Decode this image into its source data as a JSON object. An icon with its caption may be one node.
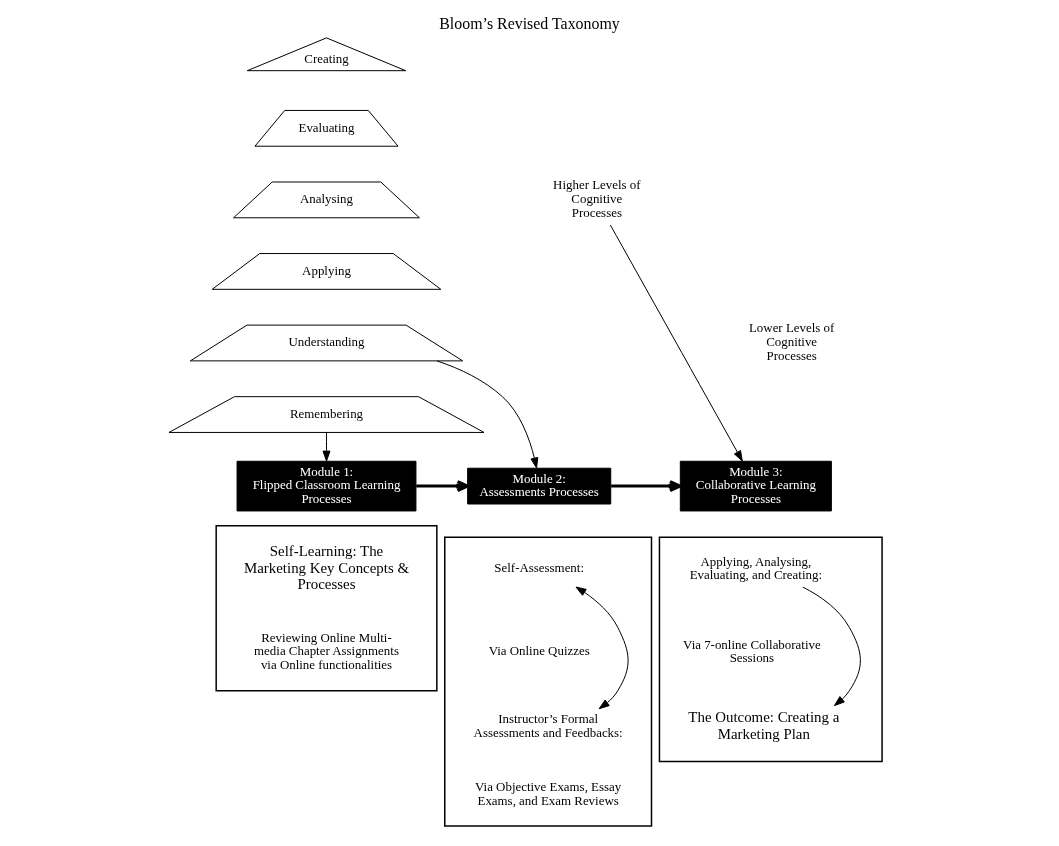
{
  "diagram": {
    "title": "Bloom’s Revised Taxonomy",
    "nodes": [
      {
        "text": [
          "Creating"
        ]
      },
      {
        "text": [
          "Evaluating"
        ]
      },
      {
        "text": [
          "Analysing"
        ]
      },
      {
        "text": [
          "Applying"
        ]
      },
      {
        "text": [
          "Understanding"
        ]
      },
      {
        "text": [
          "Remembering"
        ]
      },
      {
        "text": [
          "Higher Levels of Cognitive Processes"
        ]
      },
      {
        "text": [
          "Lower Levels of Cognitive Processes"
        ]
      },
      {
        "text": [
          "Module 1:",
          "Flipped Classroom Learning Processes"
        ]
      },
      {
        "text": [],
        "shape": "box"
      },
      {
        "text": [
          "Self-Learning: The Marketing Key Concepts & Processes"
        ],
        "in": 9
      },
      {
        "text": [
          "Reviewing Online Multi-media Chapter Assignments via Online functionalities"
        ],
        "in": 9
      },
      {
        "text": [
          "Module 2:",
          "Assessments Processes"
        ]
      },
      {
        "text": [],
        "shape": "box"
      },
      {
        "text": [
          "Self-Assessment:"
        ],
        "in": 13
      },
      {
        "text": [
          "Via Online Quizzes"
        ],
        "in": 13
      },
      {
        "text": [
          "Instructor’s Formal Assessments and Feedbacks:"
        ],
        "in": 13
      },
      {
        "text": [
          "Via Objective Exams, Essay Exams, and Exam Reviews"
        ],
        "in": 13
      },
      {
        "text": [
          "Module 3:",
          "Collaborative Learning Processes"
        ]
      },
      {
        "text": [],
        "shape": "box"
      },
      {
        "text": [
          "Applying, Analysing, Evaluating, and Creating:"
        ],
        "in": 19
      },
      {
        "text": [
          "Via 7-online Collaborative Sessions"
        ],
        "in": 19
      },
      {
        "text": [
          "The Outcome: Creating a Marketing Plan"
        ],
        "in": 19
      }
    ],
    "edges": [
      {
        "from": 5,
        "to": 8,
        "arrow": "to"
      },
      {
        "from": 4,
        "to": 12,
        "arrow": "to"
      },
      {
        "from": 6,
        "to": 18,
        "arrow": "to"
      },
      {
        "from": 8,
        "to": 12,
        "arrow": "to",
        "style": "thick"
      },
      {
        "from": 12,
        "to": 18,
        "arrow": "to",
        "style": "thick"
      },
      {
        "from": 14,
        "to": 16,
        "arrow": "both"
      },
      {
        "from": 20,
        "to": 22,
        "arrow": "to"
      }
    ]
  }
}
